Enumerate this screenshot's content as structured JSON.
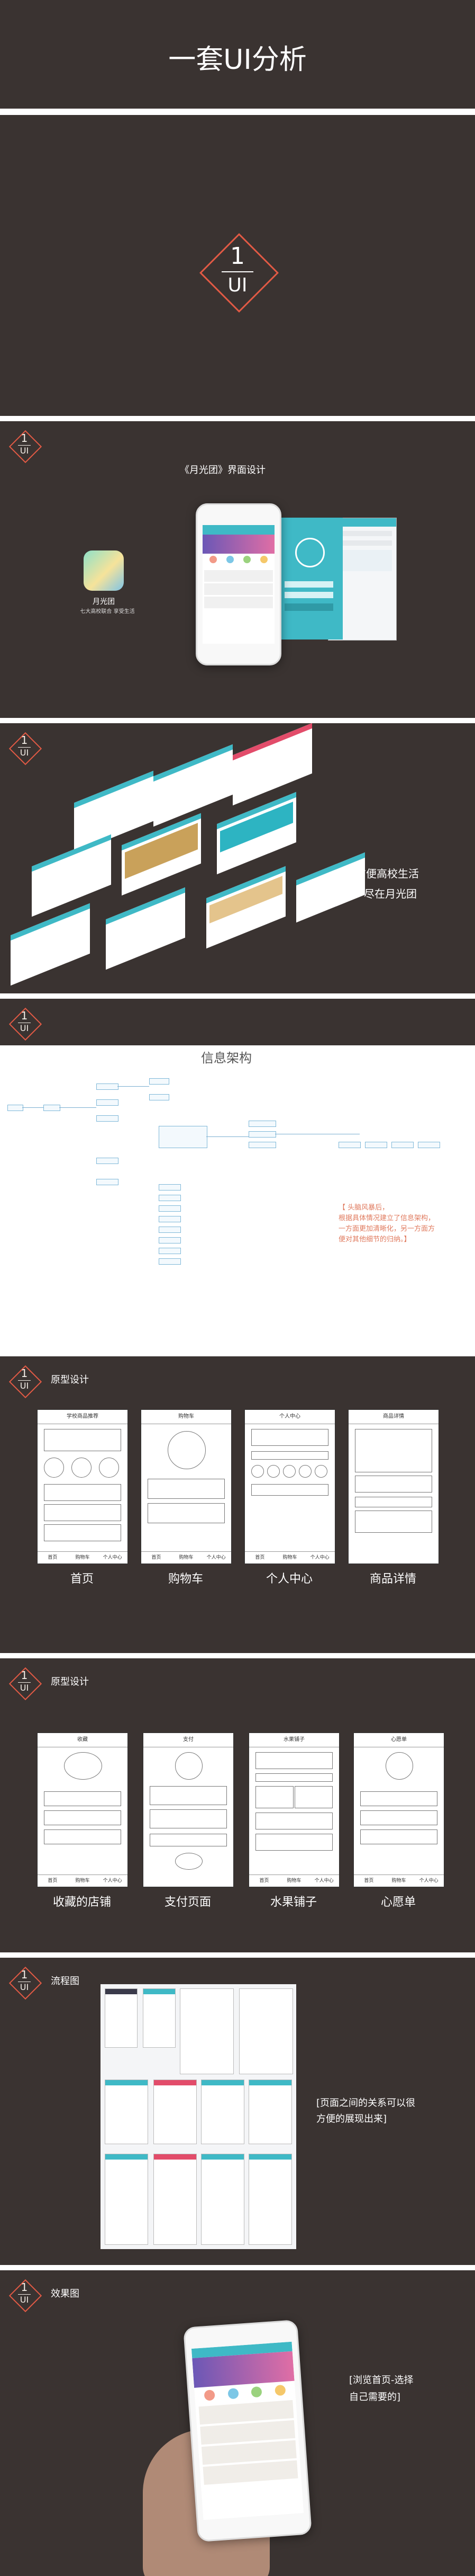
{
  "hero": {
    "title": "一套UI分析"
  },
  "cover": {
    "num": "1",
    "ui": "UI"
  },
  "badge": {
    "num": "1",
    "ui": "UI"
  },
  "intro": {
    "title": "《月光团》界面设计",
    "app_name": "月光团",
    "app_slogan": "七大高校联合 享受生活"
  },
  "promo": {
    "line1": "方便高校生活",
    "line2": "尽在月光团"
  },
  "arch": {
    "title": "信息架构",
    "note_lines": [
      "【 头脑风暴后，",
      "根据具体情况建立了信息架构，",
      "一方面更加清晰化，另一方面方",
      "便对其他细节的归纳。】"
    ]
  },
  "proto1": {
    "label": "原型设计",
    "captions": [
      "首页",
      "购物车",
      "个人中心",
      "商品详情"
    ],
    "screen_titles": [
      "学校商品推荐",
      "购物车",
      "个人中心",
      "商品详情"
    ]
  },
  "proto2": {
    "label": "原型设计",
    "captions": [
      "收藏的店铺",
      "支付页面",
      "水果铺子",
      "心愿单"
    ],
    "screen_titles": [
      "收藏",
      "支付",
      "水果铺子",
      "心愿单"
    ]
  },
  "flow": {
    "label": "流程图",
    "note_lines": [
      "[页面之间的关系可以很",
      "方便的展现出来]"
    ]
  },
  "effect": {
    "label": "效果图",
    "note_lines": [
      "[浏览首页-选择",
      "自己需要的]"
    ]
  },
  "tabbar": [
    "首页",
    "购物车",
    "个人中心"
  ],
  "colors": {
    "bg": "#3a3331",
    "accent": "#e25a45",
    "teal": "#3fb9c6"
  }
}
